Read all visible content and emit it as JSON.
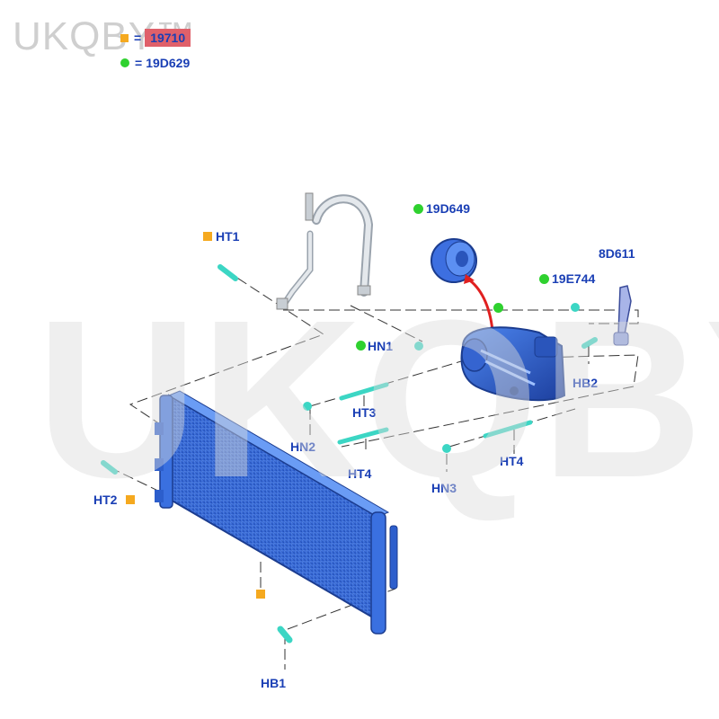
{
  "watermark": {
    "small_text": "UKQBY™",
    "big_text": "UKQBY™"
  },
  "legend": {
    "items": [
      {
        "marker": "square",
        "eq": "=",
        "code": "19710",
        "highlighted": true
      },
      {
        "marker": "circle",
        "eq": "=",
        "code": "19D629",
        "highlighted": false
      }
    ]
  },
  "labels": {
    "ht1": "HT1",
    "ht2": "HT2",
    "ht3": "HT3",
    "ht4_left": "HT4",
    "ht4_right": "HT4",
    "hn1": "HN1",
    "hn2": "HN2",
    "hn3": "HN3",
    "hb1": "HB1",
    "hb2": "HB2",
    "part_19d649": "19D649",
    "part_19e744": "19E744",
    "part_8d611": "8D611"
  },
  "colors": {
    "label_blue": "#1a3fb5",
    "square_orange": "#f5a91f",
    "circle_green": "#2fd12f",
    "highlight_red": "#e0606a",
    "part_blue": "#2b63d9",
    "hose_gray": "#cfd5dc",
    "bolt_teal": "#3cd6c4"
  }
}
